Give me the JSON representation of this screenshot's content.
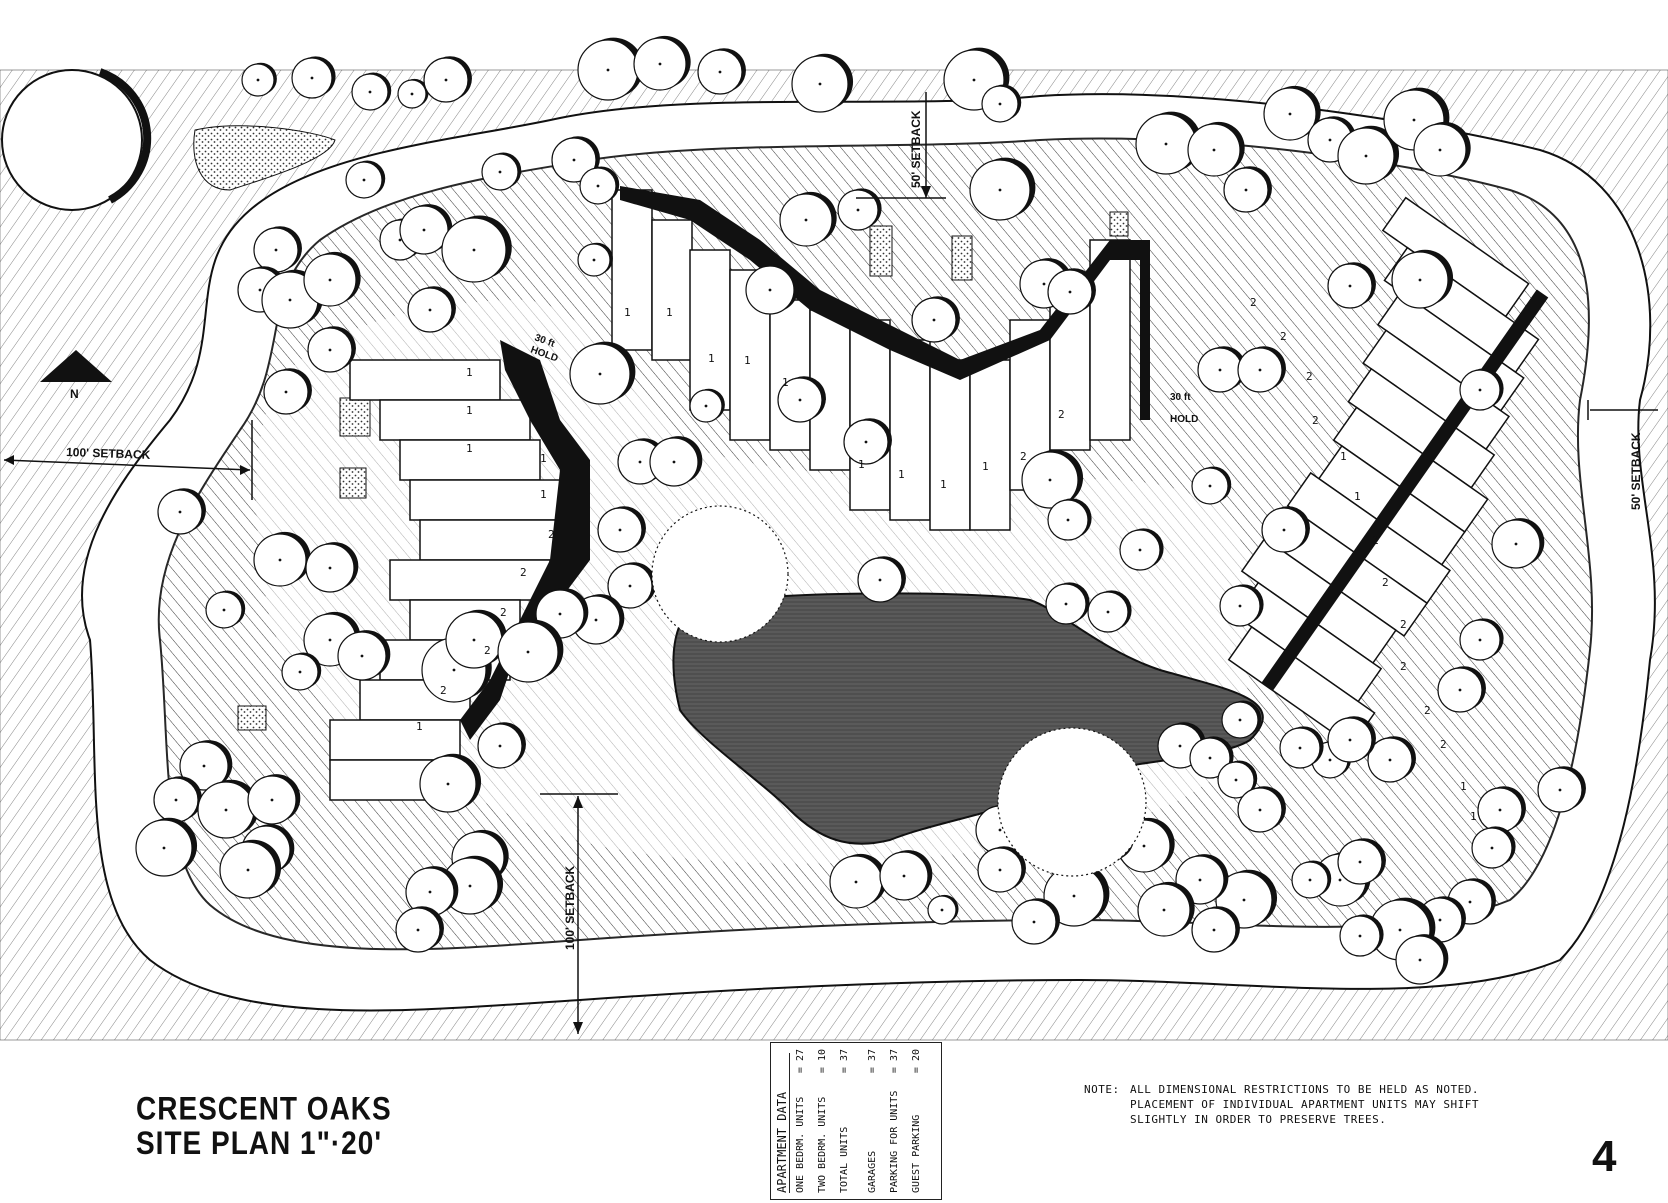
{
  "plan": {
    "setbacks": {
      "west": "100' SETBACK",
      "south": "100' SETBACK",
      "north": "50' SETBACK",
      "east": "50' SETBACK"
    },
    "holds": [
      {
        "label_top": "30 ft",
        "label_bottom": "HOLD"
      },
      {
        "label_top": "30 ft",
        "label_bottom": "HOLD"
      }
    ],
    "north_arrow_label": "N",
    "unit_labels": [
      "1",
      "1",
      "1",
      "1",
      "1",
      "2",
      "2",
      "2",
      "2",
      "2",
      "1",
      "1",
      "1",
      "1",
      "1",
      "1",
      "1",
      "1",
      "1",
      "1",
      "1",
      "2",
      "2",
      "2",
      "2",
      "2",
      "2",
      "1",
      "1",
      "1",
      "2",
      "2",
      "2",
      "2",
      "2",
      "1",
      "1"
    ]
  },
  "title": {
    "line1": "CRESCENT OAKS",
    "line2": "SITE PLAN 1\"·20'"
  },
  "apartment_data": {
    "heading": "APARTMENT DATA",
    "rows": [
      {
        "label": "ONE BEDRM. UNITS",
        "value": "= 27"
      },
      {
        "label": "TWO BEDRM. UNITS",
        "value": "= 10"
      },
      {
        "label": "TOTAL UNITS",
        "value": "= 37"
      },
      {
        "label": "GARAGES",
        "value": "= 37"
      },
      {
        "label": "PARKING FOR UNITS",
        "value": "= 37"
      },
      {
        "label": "GUEST PARKING",
        "value": "= 20"
      }
    ]
  },
  "note": {
    "prefix": "NOTE:",
    "text": "ALL DIMENSIONAL RESTRICTIONS TO BE HELD AS NOTED. PLACEMENT OF INDIVIDUAL APARTMENT UNITS MAY SHIFT SLIGHTLY IN ORDER TO PRESERVE TREES."
  },
  "page_number": "4",
  "colors": {
    "ink": "#111111",
    "pond": "#555555",
    "paper": "#ffffff"
  }
}
